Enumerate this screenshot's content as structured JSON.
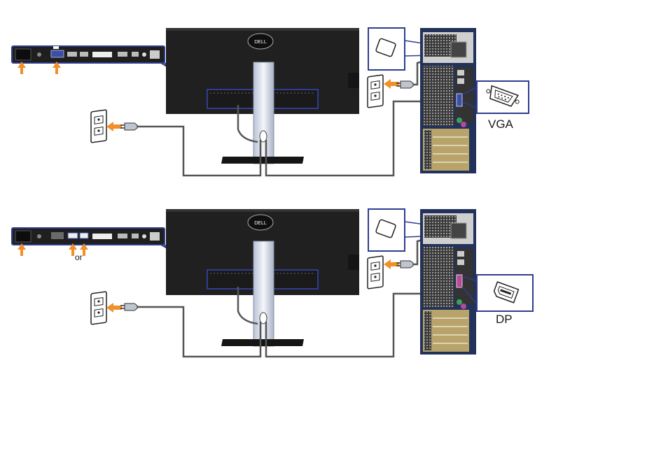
{
  "diagrams": [
    {
      "connector_label": "VGA",
      "connector_icon": "vga-connector-icon",
      "cable_color": "#555555"
    },
    {
      "connector_label": "DP",
      "connector_icon": "displayport-connector-icon",
      "or_label": "or",
      "cable_color": "#555555"
    }
  ],
  "colors": {
    "highlight": "#2f3d8f",
    "arrow": "#f0902a",
    "monitor": "#222222",
    "stand": "#dfe4ee",
    "tower": "#23325a"
  }
}
